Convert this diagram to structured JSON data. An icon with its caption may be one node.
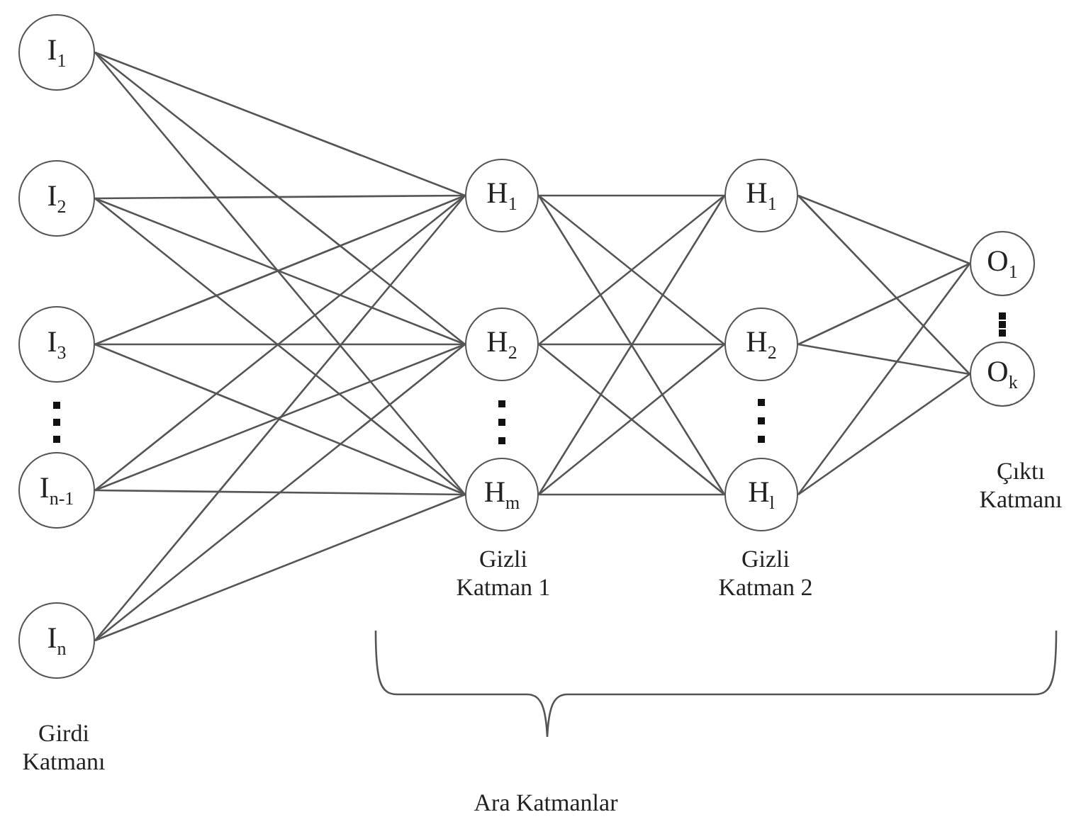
{
  "diagram": {
    "nodes": [
      {
        "text": [
          "I$_{1}$"
        ]
      },
      {
        "text": [
          "I$_{2}$"
        ]
      },
      {
        "text": [
          "I$_{3}$"
        ]
      },
      {
        "text": [
          "I$_{n-1}$"
        ]
      },
      {
        "text": [
          "I$_{n}$"
        ]
      },
      {
        "text": [
          "H$_{1}$"
        ]
      },
      {
        "text": [
          "H$_{2}$"
        ]
      },
      {
        "text": [
          "H$_{m}$"
        ]
      },
      {
        "text": [
          "H$_{1}$"
        ]
      },
      {
        "text": [
          "H$_{2}$"
        ]
      },
      {
        "text": [
          "H$_{l}$"
        ]
      },
      {
        "text": [
          "O$_{1}$"
        ]
      },
      {
        "text": [
          "O$_{k}$"
        ]
      }
    ],
    "edges": [
      {
        "from": 0,
        "to": 5,
        "arrow": "none"
      },
      {
        "from": 0,
        "to": 6,
        "arrow": "none"
      },
      {
        "from": 0,
        "to": 7,
        "arrow": "none"
      },
      {
        "from": 1,
        "to": 5,
        "arrow": "none"
      },
      {
        "from": 1,
        "to": 6,
        "arrow": "none"
      },
      {
        "from": 1,
        "to": 7,
        "arrow": "none"
      },
      {
        "from": 2,
        "to": 5,
        "arrow": "none"
      },
      {
        "from": 2,
        "to": 6,
        "arrow": "none"
      },
      {
        "from": 2,
        "to": 7,
        "arrow": "none"
      },
      {
        "from": 3,
        "to": 5,
        "arrow": "none"
      },
      {
        "from": 3,
        "to": 6,
        "arrow": "none"
      },
      {
        "from": 3,
        "to": 7,
        "arrow": "none"
      },
      {
        "from": 4,
        "to": 5,
        "arrow": "none"
      },
      {
        "from": 4,
        "to": 6,
        "arrow": "none"
      },
      {
        "from": 4,
        "to": 7,
        "arrow": "none"
      },
      {
        "from": 5,
        "to": 8,
        "arrow": "none"
      },
      {
        "from": 5,
        "to": 9,
        "arrow": "none"
      },
      {
        "from": 5,
        "to": 10,
        "arrow": "none"
      },
      {
        "from": 6,
        "to": 8,
        "arrow": "none"
      },
      {
        "from": 6,
        "to": 9,
        "arrow": "none"
      },
      {
        "from": 6,
        "to": 10,
        "arrow": "none"
      },
      {
        "from": 7,
        "to": 8,
        "arrow": "none"
      },
      {
        "from": 7,
        "to": 9,
        "arrow": "none"
      },
      {
        "from": 7,
        "to": 10,
        "arrow": "none"
      },
      {
        "from": 8,
        "to": 11,
        "arrow": "none"
      },
      {
        "from": 8,
        "to": 12,
        "arrow": "none"
      },
      {
        "from": 9,
        "to": 11,
        "arrow": "none"
      },
      {
        "from": 9,
        "to": 12,
        "arrow": "none"
      },
      {
        "from": 10,
        "to": 11,
        "arrow": "none"
      },
      {
        "from": 10,
        "to": 12,
        "arrow": "none"
      }
    ],
    "labels": [
      "Gizli Katman 1",
      "Gizli Katman 2",
      "Çıktı Katmanı",
      "Girdi Katmanı",
      "Ara Katmanlar"
    ]
  }
}
